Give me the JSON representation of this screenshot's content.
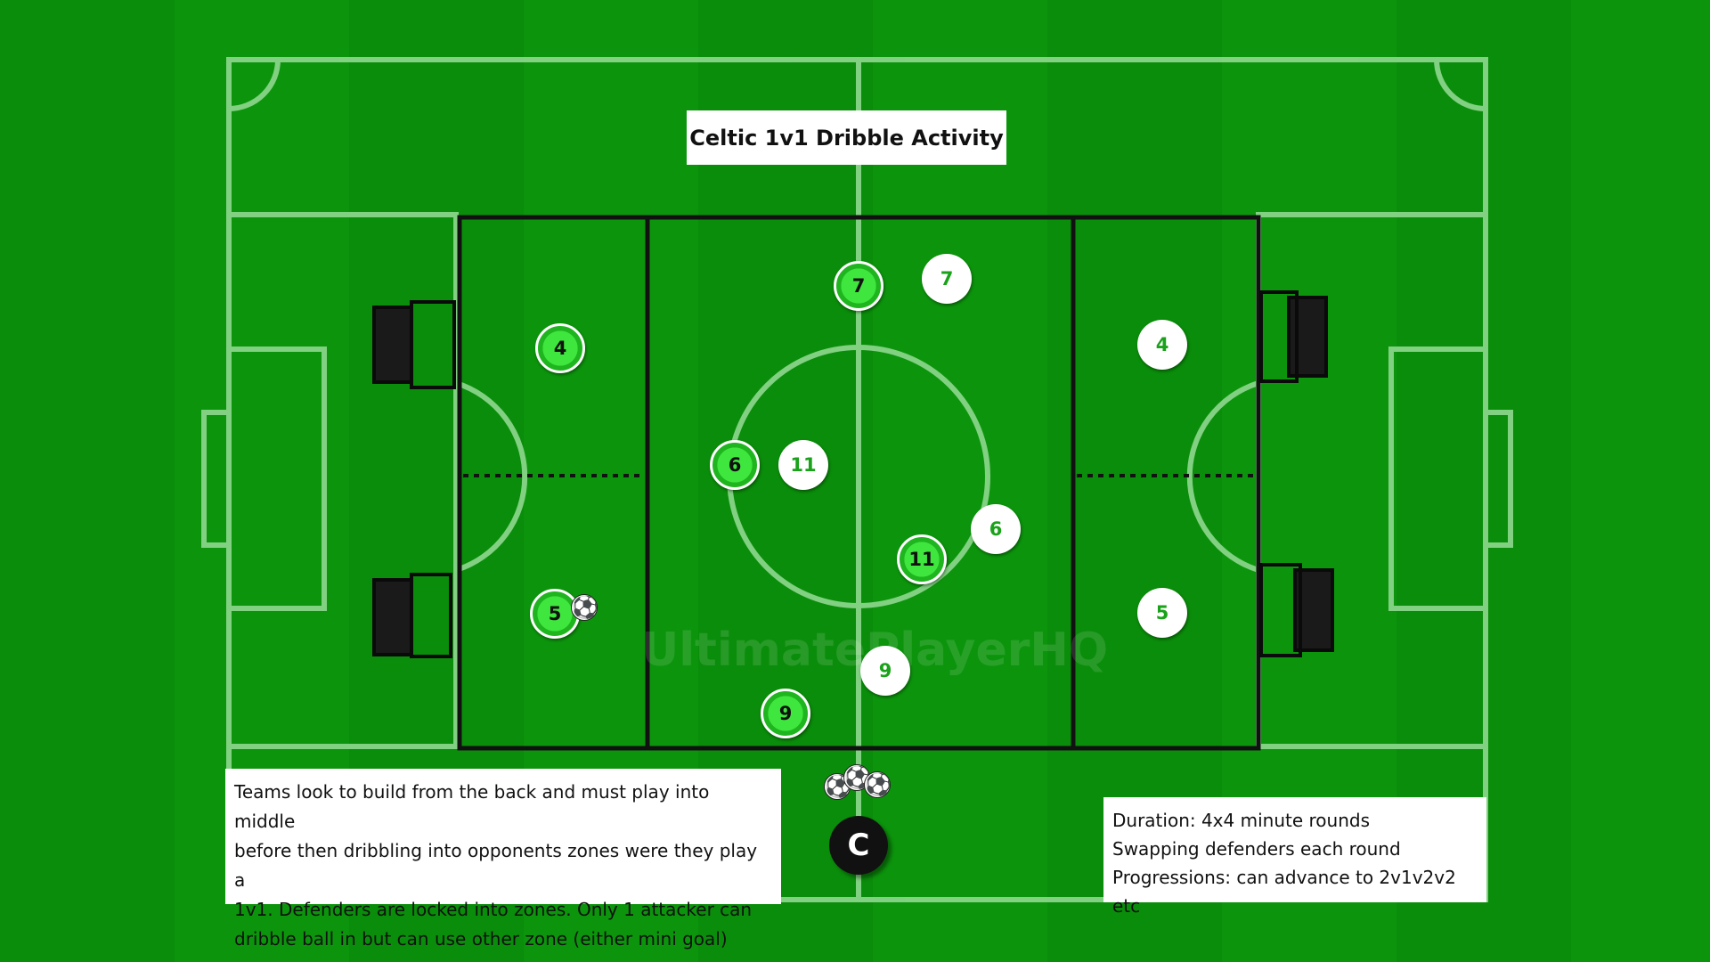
{
  "title": "Celtic 1v1 Dribble Activity",
  "watermark": "UltimatePlayerHQ",
  "players": [
    {
      "team": "green",
      "number": "7"
    },
    {
      "team": "green",
      "number": "4"
    },
    {
      "team": "green",
      "number": "6"
    },
    {
      "team": "green",
      "number": "11"
    },
    {
      "team": "green",
      "number": "5"
    },
    {
      "team": "green",
      "number": "9"
    },
    {
      "team": "white",
      "number": "7"
    },
    {
      "team": "white",
      "number": "4"
    },
    {
      "team": "white",
      "number": "11"
    },
    {
      "team": "white",
      "number": "6"
    },
    {
      "team": "white",
      "number": "5"
    },
    {
      "team": "white",
      "number": "9"
    }
  ],
  "coach_label": "C",
  "description": [
    "Teams look to build from the back and must play into middle",
    "before then dribbling into opponents zones were they play a",
    "1v1. Defenders are locked into zones. Only 1 attacker can",
    "dribble ball in but can use other zone (either mini goal)"
  ],
  "details": [
    "Duration: 4x4 minute rounds",
    "Swapping defenders each round",
    "Progressions: can advance to 2v1v2v2 etc"
  ],
  "colors": {
    "pitch": "#0a8d0a",
    "lines": "#8fd88f",
    "team_green": "#3ee63e",
    "team_white": "#ffffff"
  }
}
